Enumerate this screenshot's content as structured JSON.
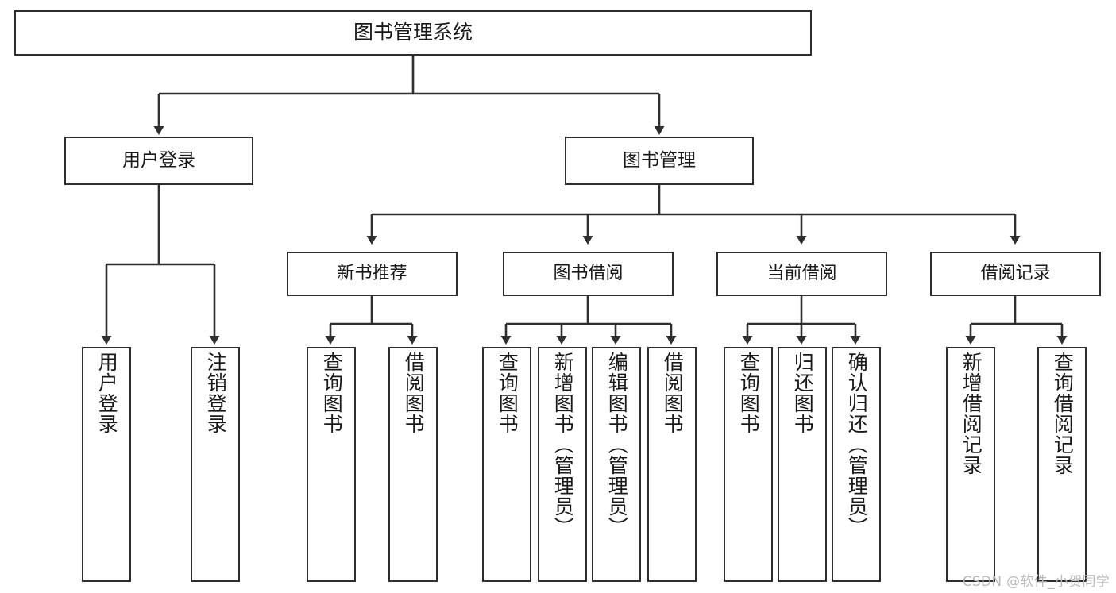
{
  "diagram": {
    "title": "图书管理系统",
    "type": "functional-structure-tree",
    "root": {
      "id": "root",
      "label": "图书管理系统"
    },
    "level2": [
      {
        "id": "user-login",
        "label": "用户登录"
      },
      {
        "id": "book-manage",
        "label": "图书管理"
      }
    ],
    "level3": [
      {
        "id": "new-book-recommend",
        "label": "新书推荐"
      },
      {
        "id": "book-borrow",
        "label": "图书借阅"
      },
      {
        "id": "current-borrow",
        "label": "当前借阅"
      },
      {
        "id": "borrow-record",
        "label": "借阅记录"
      }
    ],
    "leaves": {
      "user_login": [
        {
          "id": "leaf-user-login",
          "label": "用户登录"
        },
        {
          "id": "leaf-user-logout",
          "label": "注销登录"
        }
      ],
      "new_book_recommend": [
        {
          "id": "leaf-query-book-1",
          "label": "查询图书"
        },
        {
          "id": "leaf-borrow-book-1",
          "label": "借阅图书"
        }
      ],
      "book_borrow": [
        {
          "id": "leaf-query-book-2",
          "label": "查询图书"
        },
        {
          "id": "leaf-add-book",
          "label": "新增图书（管理员）"
        },
        {
          "id": "leaf-edit-book",
          "label": "编辑图书（管理员）"
        },
        {
          "id": "leaf-borrow-book-2",
          "label": "借阅图书"
        }
      ],
      "current_borrow": [
        {
          "id": "leaf-query-book-3",
          "label": "查询图书"
        },
        {
          "id": "leaf-return-book",
          "label": "归还图书"
        },
        {
          "id": "leaf-confirm-return",
          "label": "确认归还（管理员）"
        }
      ],
      "borrow_record": [
        {
          "id": "leaf-add-record",
          "label": "新增借阅记录"
        },
        {
          "id": "leaf-query-record",
          "label": "查询借阅记录"
        }
      ]
    }
  },
  "watermark": {
    "text": "CSDN @软件_小贺同学"
  },
  "colors": {
    "stroke": "#2e2e2e",
    "fill": "#ffffff",
    "text": "#1a1a1a",
    "watermark": "#b9b9b9"
  }
}
